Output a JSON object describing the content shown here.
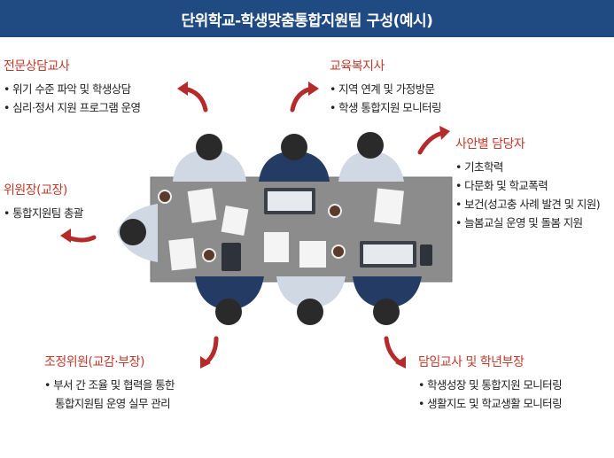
{
  "header": {
    "title": "단위학교-학생맞춤통합지원팀 구성(예시)"
  },
  "roles": {
    "counselor": {
      "title": "전문상담교사",
      "items": [
        "위기 수준 파악 및 학생상담",
        "심리·정서 지원 프로그램 운영"
      ]
    },
    "welfare": {
      "title": "교육복지사",
      "items": [
        "지역 연계 및 가정방문",
        "학생 통합지원 모니터링"
      ]
    },
    "case_manager": {
      "title": "사안별 담당자",
      "items": [
        "기초학력",
        "다문화 및 학교폭력",
        "보건(성고충 사례 발견 및 지원)",
        "늘봄교실 운영 및 돌봄 지원"
      ]
    },
    "principal": {
      "title": "위원장(교장)",
      "items": [
        "통합지원팀 총괄"
      ]
    },
    "coordinator": {
      "title": "조정위원(교감·부장)",
      "items": [
        "부서 간 조율 및 협력을 통한",
        "통합지원팀 운영 실무 관리"
      ]
    },
    "homeroom": {
      "title": "담임교사 및 학년부장",
      "items": [
        "학생성장 및 통합지원 모니터링",
        "생활지도 및 학교생활 모니터링"
      ]
    }
  },
  "colors": {
    "header_bg": "#1f4a82",
    "title_red": "#c0392b",
    "arrow_red": "#b52a2a",
    "table": "#8c8c8c",
    "suit_navy": "#243b63",
    "shirt_light": "#cfd8e3"
  }
}
